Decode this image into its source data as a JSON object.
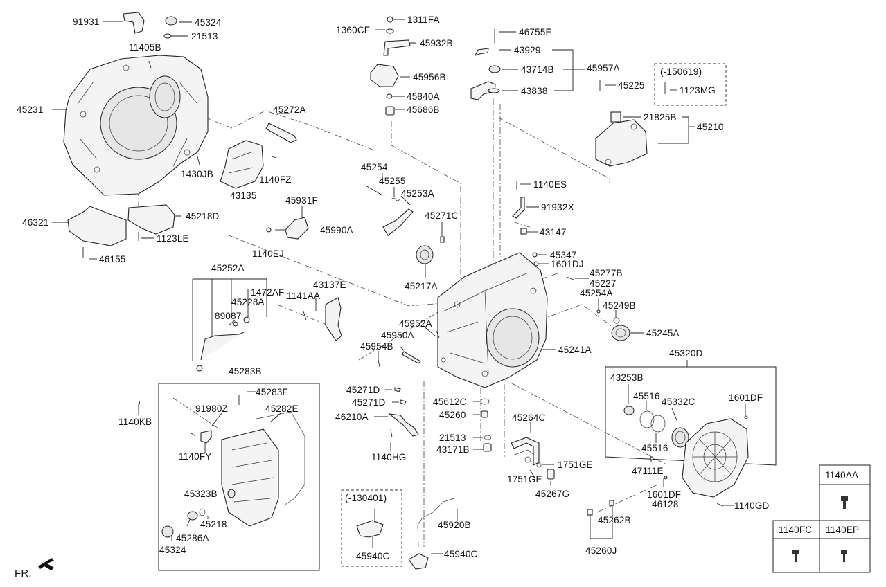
{
  "diagram": {
    "labels": {
      "l91931": "91931",
      "l45324a": "45324",
      "l21513a": "21513",
      "l11405B": "11405B",
      "l45231": "45231",
      "l45272A": "45272A",
      "l1430JB": "1430JB",
      "l1140FZ": "1140FZ",
      "l43135": "43135",
      "l46321": "46321",
      "l45218D": "45218D",
      "l1123LE": "1123LE",
      "l46155": "46155",
      "l45931F": "45931F",
      "l45990A": "45990A",
      "l1140EJ": "1140EJ",
      "l1311FA": "1311FA",
      "l1360CF": "1360CF",
      "l45932B": "45932B",
      "l45956B": "45956B",
      "l45840A": "45840A",
      "l45686B": "45686B",
      "l46755E": "46755E",
      "l43929": "43929",
      "l43714B": "43714B",
      "l45957A": "45957A",
      "l43838": "43838",
      "l150619": "(-150619)",
      "l45225": "45225",
      "l1123MG": "1123MG",
      "l21825B": "21825B",
      "l45210": "45210",
      "l45254": "45254",
      "l45255": "45255",
      "l45253A": "45253A",
      "l1140ES": "1140ES",
      "l91932X": "91932X",
      "l45271C": "45271C",
      "l43147": "43147",
      "l45347": "45347",
      "l1601DJ": "1601DJ",
      "l45277B": "45277B",
      "l45227": "45227",
      "l45254A": "45254A",
      "l45249B": "45249B",
      "l45245A": "45245A",
      "l45217A": "45217A",
      "l45252A": "45252A",
      "l1472AF": "1472AF",
      "l45228A": "45228A",
      "l1141AA": "1141AA",
      "l43137E": "43137E",
      "l89087": "89087",
      "l45952A": "45952A",
      "l45950A": "45950A",
      "l45954B": "45954B",
      "l45241A": "45241A",
      "l45320D": "45320D",
      "l45283B": "45283B",
      "l45283F": "45283F",
      "l1140KB": "1140KB",
      "l91980Z": "91980Z",
      "l45282E": "45282E",
      "l1140FY": "1140FY",
      "l45323B": "45323B",
      "l45218": "45218",
      "l45286A": "45286A",
      "l45324b": "45324",
      "l45271D1": "45271D",
      "l45271D2": "45271D",
      "l46210A": "46210A",
      "l1140HG": "1140HG",
      "l45612C": "45612C",
      "l45260": "45260",
      "l21513b": "21513",
      "l43171B": "43171B",
      "l45264C": "45264C",
      "l1751GE1": "1751GE",
      "l1751GE2": "1751GE",
      "l45267G": "45267G",
      "l43253B": "43253B",
      "l45516a": "45516",
      "l45332C": "45332C",
      "l1601DF1": "1601DF",
      "l45516b": "45516",
      "l47111E": "47111E",
      "l1601DF2": "1601DF",
      "l46128": "46128",
      "l1140GD": "1140GD",
      "l45262B": "45262B",
      "l45260J": "45260J",
      "l130401": "(-130401)",
      "l45940C1": "45940C",
      "l45920B": "45920B",
      "l45940C2": "45940C",
      "lFR": "FR."
    },
    "legend": {
      "c1140AA": "1140AA",
      "c1140FC": "1140FC",
      "c1140EP": "1140EP"
    }
  }
}
